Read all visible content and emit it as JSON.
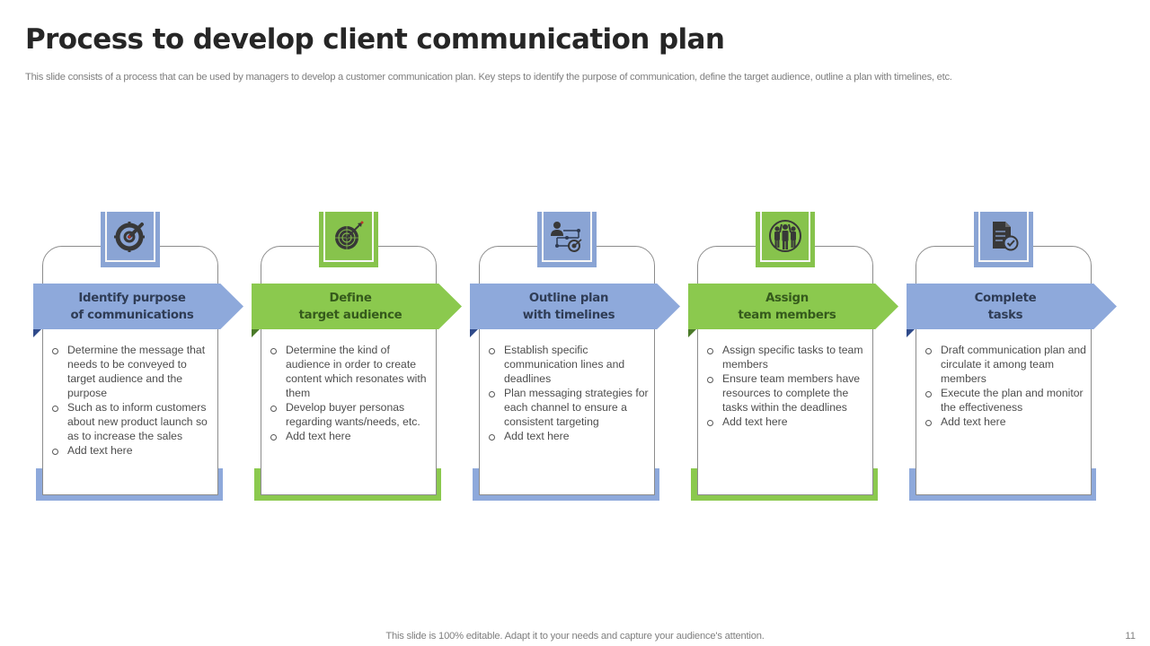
{
  "slide": {
    "title": "Process to develop client communication plan",
    "subtitle": "This slide consists of a process that can be used by managers to develop a customer communication plan. Key steps to identify the purpose of communication, define the target audience, outline a plan with timelines, etc.",
    "footer": "This slide is 100% editable. Adapt it to your needs and capture your audience's attention.",
    "page_number": "11"
  },
  "colors": {
    "blue": "#8ea9db",
    "green": "#8bc94e",
    "title_text": "#262626",
    "icon_dark": "#3a3a3a"
  },
  "steps": [
    {
      "theme": "blue",
      "icon": "target-arrow-icon",
      "heading_line1": "Identify purpose",
      "heading_line2": "of communications",
      "bullets": [
        "Determine the message that needs to be conveyed to target audience and the purpose",
        "Such as to inform customers about new product launch so as to increase the sales",
        "Add text here"
      ]
    },
    {
      "theme": "green",
      "icon": "dartboard-icon",
      "heading_line1": "Define",
      "heading_line2": "target audience",
      "bullets": [
        "Determine the kind of audience in order to create content which resonates with them",
        "Develop buyer personas regarding wants/needs, etc.",
        "Add text here"
      ]
    },
    {
      "theme": "blue",
      "icon": "person-roadmap-target-icon",
      "heading_line1": "Outline plan",
      "heading_line2": "with timelines",
      "bullets": [
        "Establish specific communication lines and deadlines",
        "Plan messaging strategies for each channel to ensure a consistent targeting",
        "Add text here"
      ]
    },
    {
      "theme": "green",
      "icon": "team-group-icon",
      "heading_line1": "Assign",
      "heading_line2": "team members",
      "bullets": [
        "Assign specific tasks to team members",
        "Ensure team members have resources to complete the tasks within the deadlines",
        "Add text here"
      ]
    },
    {
      "theme": "blue",
      "icon": "document-check-icon",
      "heading_line1": "Complete",
      "heading_line2": "tasks",
      "bullets": [
        "Draft communication plan and circulate it among team members",
        "Execute the plan and monitor the effectiveness",
        "Add text here"
      ]
    }
  ]
}
